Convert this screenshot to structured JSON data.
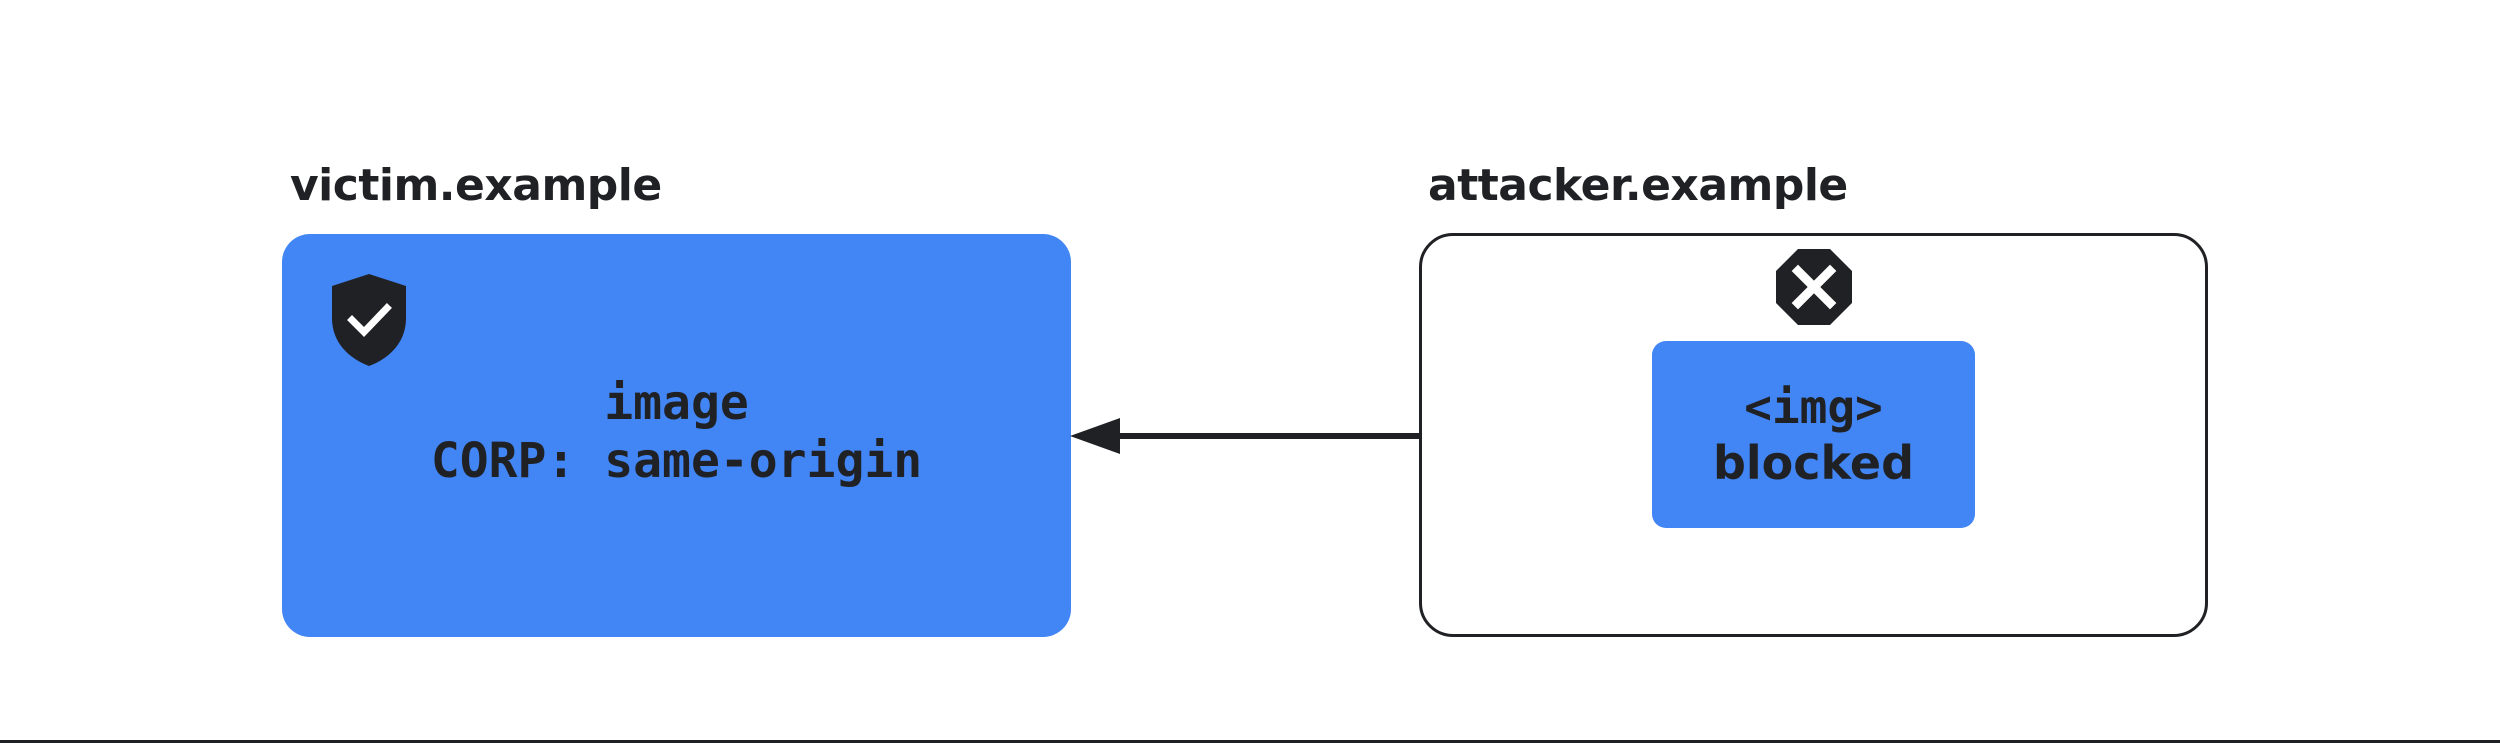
{
  "origins": {
    "victim": {
      "label": "victim.example",
      "resource_line1": "image",
      "resource_line2": "CORP: same-origin",
      "status_icon": "shield-check-icon"
    },
    "attacker": {
      "label": "attacker.example",
      "element_line1": "<img>",
      "element_line2": "blocked",
      "status_icon": "blocked-x-icon"
    }
  },
  "connection": {
    "direction": "attacker-to-victim",
    "icon": "arrow-left"
  },
  "colors": {
    "resource_fill": "#4285f4",
    "ink": "#202124",
    "background": "#ffffff"
  }
}
